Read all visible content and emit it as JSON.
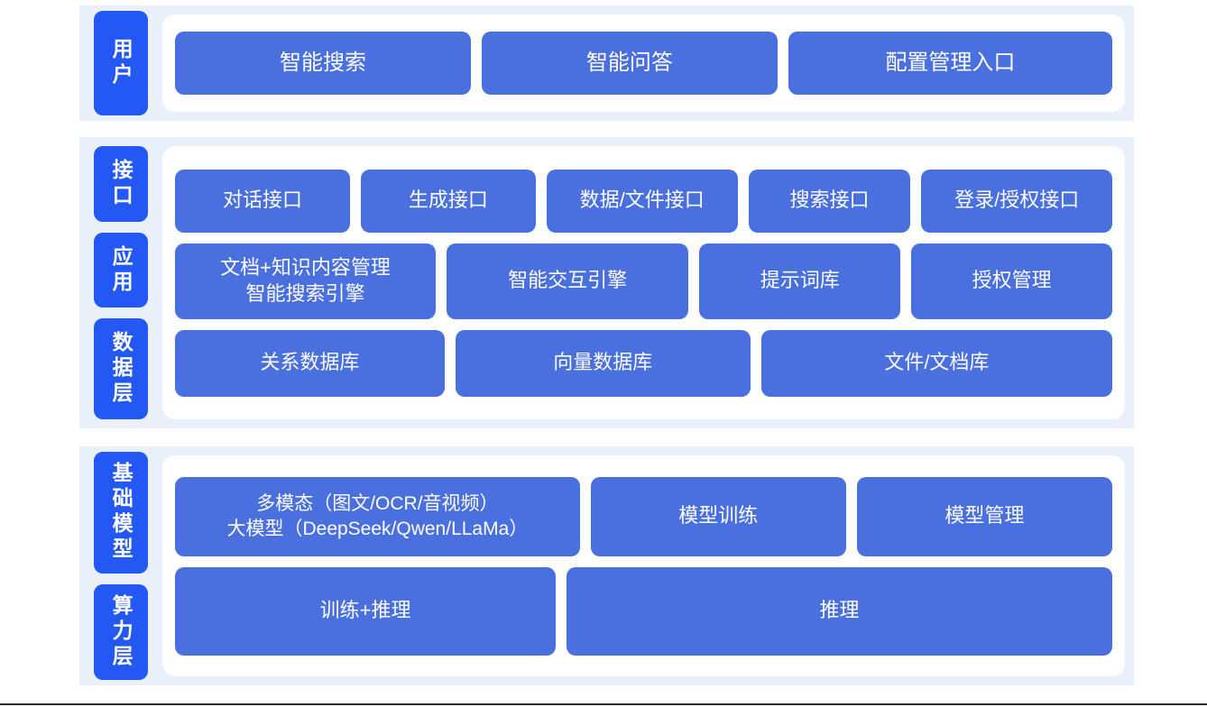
{
  "colors": {
    "band_background": "#eaf0f9",
    "panel_background": "#ffffff",
    "rail_label": "#2358f5",
    "content_box": "#4a6fdf",
    "text_on_blue": "#ffffff",
    "page_background": "#ffffff",
    "bottom_rule": "#2b2b2b"
  },
  "sections": {
    "user": {
      "rail_label": "用户",
      "boxes": [
        "智能搜索",
        "智能问答",
        "配置管理入口"
      ]
    },
    "interface": {
      "rail_label": "接口",
      "boxes": [
        "对话接口",
        "生成接口",
        "数据/文件接口",
        "搜索接口",
        "登录/授权接口"
      ]
    },
    "application": {
      "rail_label": "应用",
      "boxes": [
        "文档+知识内容管理\n智能搜索引擎",
        "智能交互引擎",
        "提示词库",
        "授权管理"
      ]
    },
    "data": {
      "rail_label": "数据层",
      "boxes": [
        "关系数据库",
        "向量数据库",
        "文件/文档库"
      ]
    },
    "base_model": {
      "rail_label": "基础模型",
      "boxes": [
        "多模态（图文/OCR/音视频）\n大模型（DeepSeek/Qwen/LLaMa）",
        "模型训练",
        "模型管理"
      ]
    },
    "compute": {
      "rail_label": "算力层",
      "boxes": [
        "训练+推理",
        "推理"
      ]
    }
  }
}
